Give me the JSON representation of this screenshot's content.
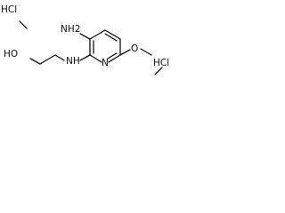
{
  "molecule": {
    "atoms": {
      "nh2": "NH2",
      "ring_n": "N",
      "amine_nh": "NH",
      "amine_n": "N",
      "amine_h": "H",
      "hydroxyl": "HO",
      "methoxy_o": "O"
    },
    "salts": {
      "hcl_left": "HCl",
      "hcl_right": "HCl"
    }
  },
  "colors": {
    "ink": "#111111",
    "background": "#ffffff"
  }
}
